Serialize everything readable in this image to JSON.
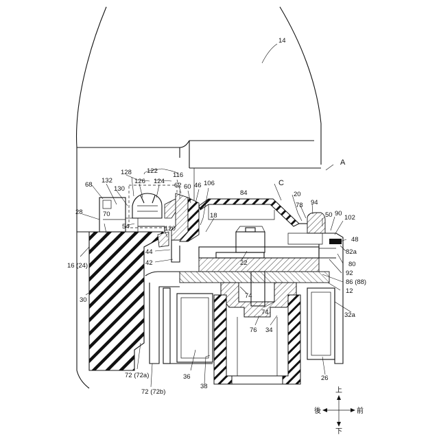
{
  "labels": {
    "l14": "14",
    "lA": "A",
    "l122": "122",
    "l128": "128",
    "l126": "126",
    "l124": "124",
    "l116": "116",
    "l62": "62",
    "l60": "60",
    "l46": "46",
    "l106": "106",
    "lC": "C",
    "l20": "20",
    "l94": "94",
    "l84": "84",
    "l78": "78",
    "l50": "50",
    "l90": "90",
    "l102": "102",
    "l68": "68",
    "l132": "132",
    "l130": "130",
    "l18": "18",
    "l28": "28",
    "l70": "70",
    "l54": "54",
    "l120": "120",
    "l48": "48",
    "l82a": "82a",
    "l44": "44",
    "l22": "22",
    "l42": "42",
    "l80": "80",
    "l16": "16 (24)",
    "l92": "92",
    "l86": "86 (88)",
    "l12": "12",
    "l30": "30",
    "l74a": "74",
    "l74b": "74",
    "l76": "76",
    "l34": "34",
    "l32a": "32a",
    "l72a": "72 (72a)",
    "l72b": "72 (72b)",
    "l36": "36",
    "l38": "38",
    "l26": "26"
  },
  "compass": {
    "up": "上",
    "down": "下",
    "rear": "後",
    "front": "前"
  }
}
